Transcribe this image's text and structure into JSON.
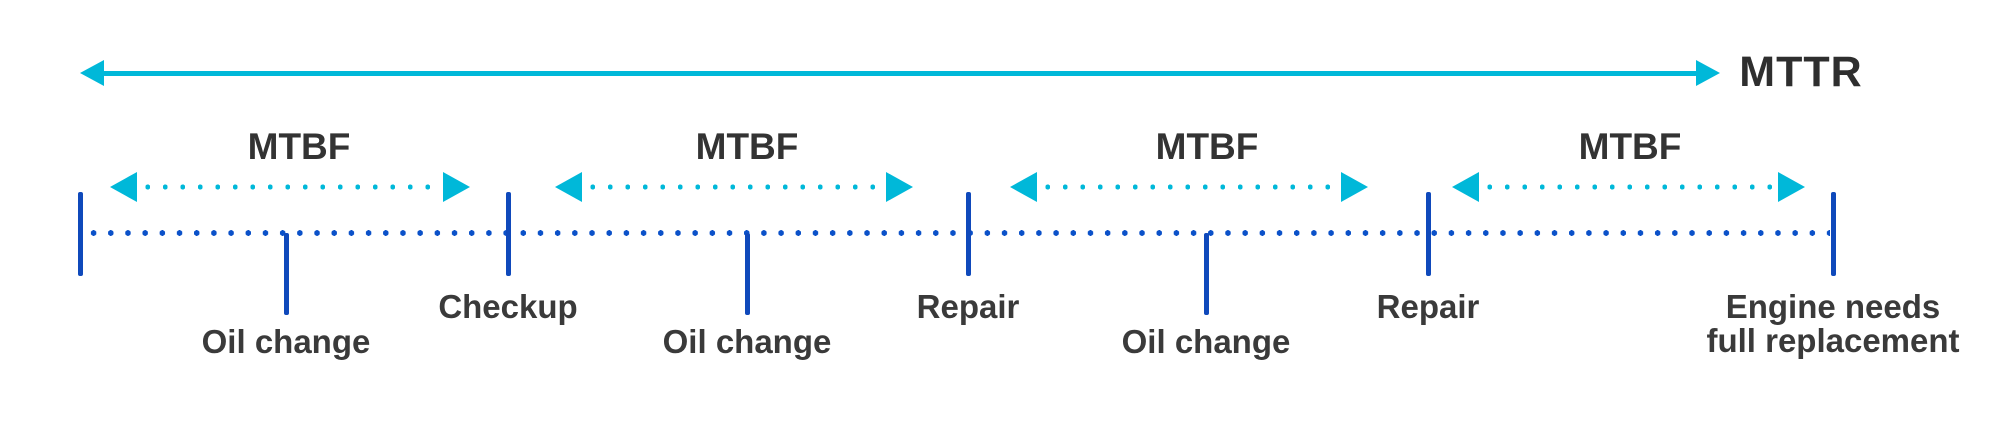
{
  "diagram": {
    "title_right": "MTTR",
    "mtbf_labels": [
      "MTBF",
      "MTBF",
      "MTBF",
      "MTBF"
    ],
    "events": [
      {
        "type": "timeline-start",
        "label": ""
      },
      {
        "type": "maintenance",
        "label": "Oil change"
      },
      {
        "type": "checkpoint",
        "label": "Checkup"
      },
      {
        "type": "maintenance",
        "label": "Oil change"
      },
      {
        "type": "repair",
        "label": "Repair"
      },
      {
        "type": "maintenance",
        "label": "Oil change"
      },
      {
        "type": "repair",
        "label": "Repair"
      },
      {
        "type": "timeline-end",
        "label": "Engine needs\nfull replacement"
      }
    ],
    "colors": {
      "cyan_accent": "#00b8d9",
      "blue_timeline": "#0b51c9",
      "blue_tick": "#0f49bb",
      "label_text": "#3a3a3a"
    }
  }
}
